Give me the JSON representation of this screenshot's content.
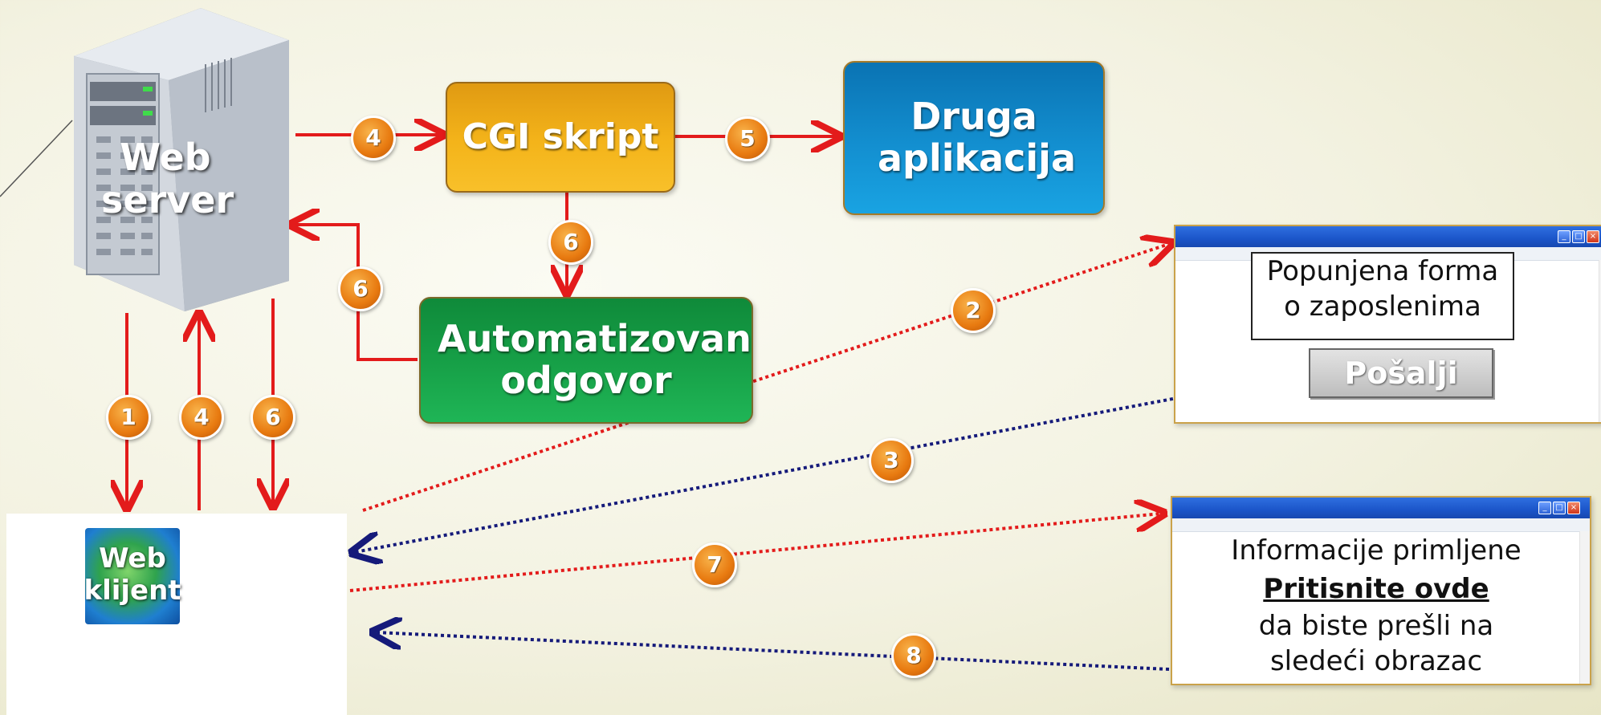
{
  "nodes": {
    "web_server": "Web server",
    "cgi": "CGI skript",
    "druga": "Druga aplikacija",
    "auto": "Automatizovan odgovor",
    "web_klijent": "Web klijent"
  },
  "badges": {
    "b1": "1",
    "b2": "2",
    "b3": "3",
    "b4_top": "4",
    "b4_left": "4",
    "b5": "5",
    "b6_top": "6",
    "b6_left": "6",
    "b6_bottom": "6",
    "b7": "7",
    "b8": "8"
  },
  "form_window": {
    "text_line1": "Popunjena forma",
    "text_line2": "o zaposlenima",
    "button": "Pošalji"
  },
  "response_window": {
    "line1": "Informacije primljene",
    "link": "Pritisnite ovde",
    "line3": "da biste prešli na",
    "line4": "sledeći obrazac"
  },
  "window_controls": {
    "min": "_",
    "max": "□",
    "close": "×"
  },
  "colors": {
    "red_arrow": "#e31b1b",
    "blue_arrow": "#151a7a",
    "badge": "#e87a10"
  }
}
